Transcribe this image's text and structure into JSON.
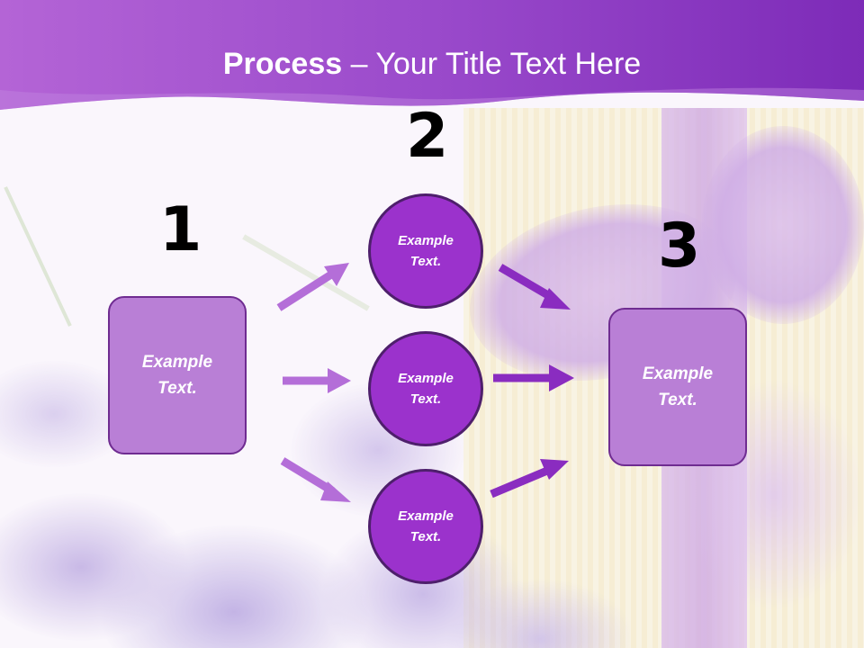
{
  "title": {
    "bold": "Process",
    "rest": " – Your Title Text Here"
  },
  "steps": [
    {
      "number": "1",
      "box_text": "Example\nText."
    },
    {
      "number": "2",
      "circles": [
        "Example\nText.",
        "Example\nText.",
        "Example\nText."
      ]
    },
    {
      "number": "3",
      "box_text": "Example\nText."
    }
  ],
  "colors": {
    "header": "#8f3fc6",
    "box_fill": "#b97fd6",
    "box_border": "#6f2c91",
    "circle_fill": "#9b32cc",
    "arrow_light": "#b46ed8",
    "arrow_dark": "#8a2cc0"
  }
}
